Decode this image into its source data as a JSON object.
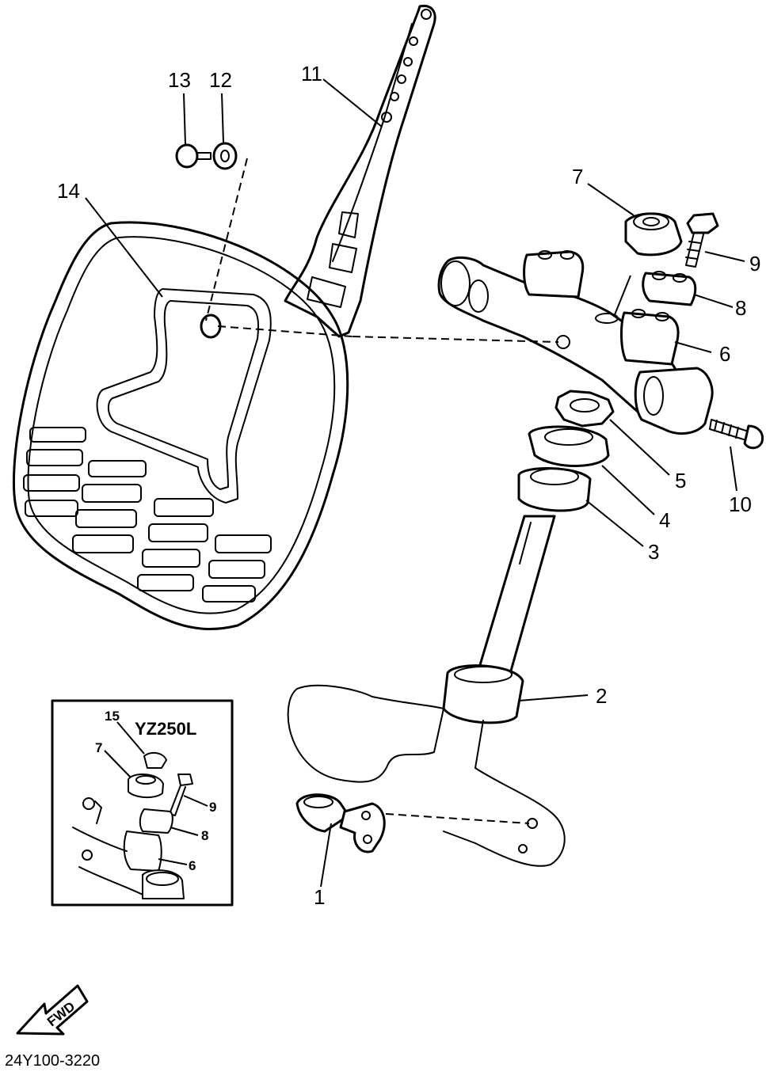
{
  "callouts": {
    "c1": "1",
    "c2": "2",
    "c3": "3",
    "c4": "4",
    "c5": "5",
    "c6": "6",
    "c7": "7",
    "c8": "8",
    "c9": "9",
    "c10": "10",
    "c11": "11",
    "c12": "12",
    "c13": "13",
    "c14": "14"
  },
  "inset": {
    "title": "YZ250L",
    "c15": "15",
    "c7": "7",
    "c9": "9",
    "c8": "8",
    "c6": "6"
  },
  "fwd_label": "FWD",
  "drawing_code": "24Y100-3220"
}
